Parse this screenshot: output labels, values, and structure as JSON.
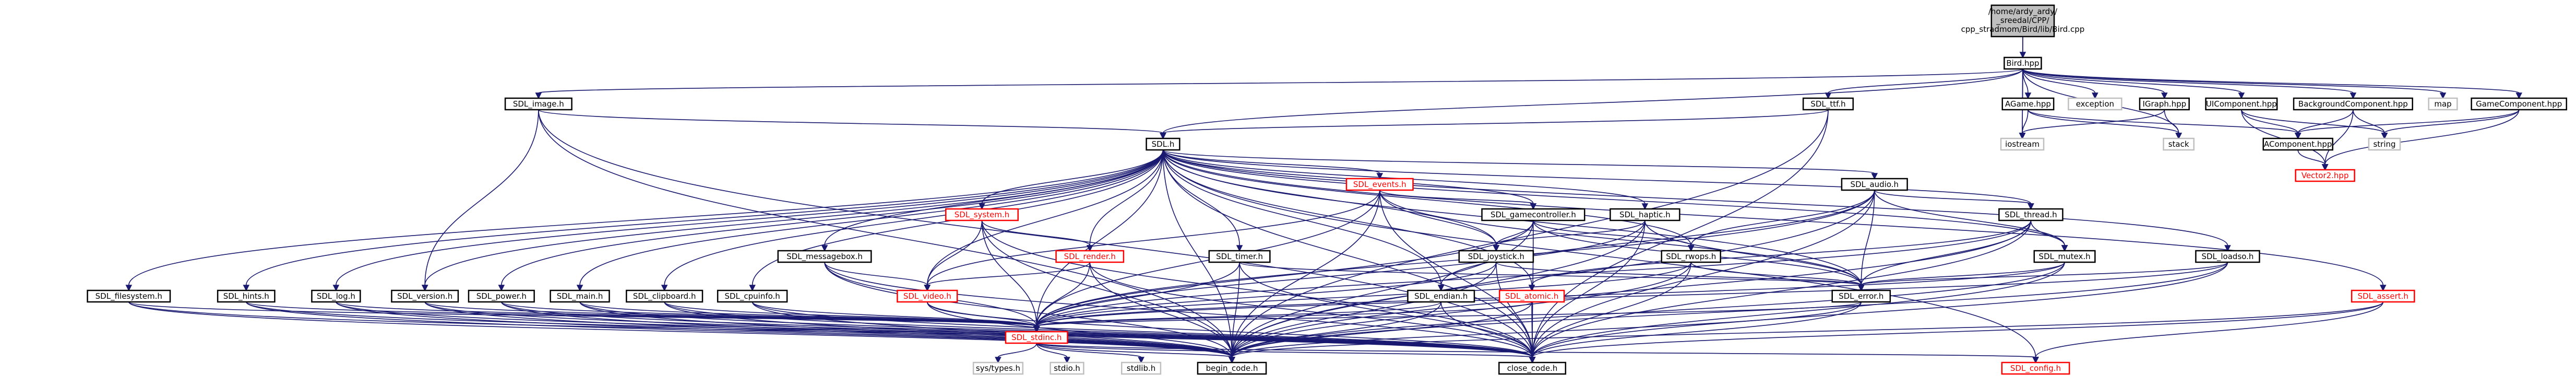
{
  "colors": {
    "edge": "#191970",
    "box_border": "#000000",
    "box_fill": "#ffffff",
    "missing_border": "#bfbfbf",
    "missing_text": "#000000",
    "red_border": "#ff0000",
    "red_text": "#ff0000",
    "root_fill": "#bfbfbf"
  },
  "nodes": [
    {
      "id": "root",
      "label": "/home/ardy_ardy/_sreedal/CPP/cpp_stradmom/Bird/lib/Bird.cpp",
      "kind": "root"
    },
    {
      "id": "bird_hpp",
      "label": "Bird.hpp",
      "kind": "normal"
    },
    {
      "id": "sdl_image",
      "label": "SDL_image.h",
      "kind": "normal"
    },
    {
      "id": "sdl_ttf",
      "label": "SDL_ttf.h",
      "kind": "normal"
    },
    {
      "id": "agame",
      "label": "AGame.hpp",
      "kind": "normal"
    },
    {
      "id": "exception",
      "label": "exception",
      "kind": "missing"
    },
    {
      "id": "igraph",
      "label": "IGraph.hpp",
      "kind": "normal"
    },
    {
      "id": "uicomponent",
      "label": "UIComponent.hpp",
      "kind": "normal"
    },
    {
      "id": "bgcomponent",
      "label": "BackgroundComponent.hpp",
      "kind": "normal"
    },
    {
      "id": "map",
      "label": "map",
      "kind": "missing"
    },
    {
      "id": "gamecomponent",
      "label": "GameComponent.hpp",
      "kind": "normal"
    },
    {
      "id": "sdl_h",
      "label": "SDL.h",
      "kind": "normal"
    },
    {
      "id": "iostream",
      "label": "iostream",
      "kind": "missing"
    },
    {
      "id": "stack",
      "label": "stack",
      "kind": "missing"
    },
    {
      "id": "acomponent",
      "label": "AComponent.hpp",
      "kind": "normal"
    },
    {
      "id": "string",
      "label": "string",
      "kind": "missing"
    },
    {
      "id": "vector2",
      "label": "Vector2.hpp",
      "kind": "red"
    },
    {
      "id": "sdl_events",
      "label": "SDL_events.h",
      "kind": "red"
    },
    {
      "id": "sdl_audio",
      "label": "SDL_audio.h",
      "kind": "normal"
    },
    {
      "id": "sdl_system",
      "label": "SDL_system.h",
      "kind": "red"
    },
    {
      "id": "sdl_gamecontroller",
      "label": "SDL_gamecontroller.h",
      "kind": "normal"
    },
    {
      "id": "sdl_haptic",
      "label": "SDL_haptic.h",
      "kind": "normal"
    },
    {
      "id": "sdl_thread",
      "label": "SDL_thread.h",
      "kind": "normal"
    },
    {
      "id": "sdl_messagebox",
      "label": "SDL_messagebox.h",
      "kind": "normal"
    },
    {
      "id": "sdl_render",
      "label": "SDL_render.h",
      "kind": "red"
    },
    {
      "id": "sdl_timer",
      "label": "SDL_timer.h",
      "kind": "normal"
    },
    {
      "id": "sdl_joystick",
      "label": "SDL_joystick.h",
      "kind": "normal"
    },
    {
      "id": "sdl_rwops",
      "label": "SDL_rwops.h",
      "kind": "normal"
    },
    {
      "id": "sdl_mutex",
      "label": "SDL_mutex.h",
      "kind": "normal"
    },
    {
      "id": "sdl_loadso",
      "label": "SDL_loadso.h",
      "kind": "normal"
    },
    {
      "id": "sdl_filesystem",
      "label": "SDL_filesystem.h",
      "kind": "normal"
    },
    {
      "id": "sdl_hints",
      "label": "SDL_hints.h",
      "kind": "normal"
    },
    {
      "id": "sdl_log",
      "label": "SDL_log.h",
      "kind": "normal"
    },
    {
      "id": "sdl_version",
      "label": "SDL_version.h",
      "kind": "normal"
    },
    {
      "id": "sdl_power",
      "label": "SDL_power.h",
      "kind": "normal"
    },
    {
      "id": "sdl_main",
      "label": "SDL_main.h",
      "kind": "normal"
    },
    {
      "id": "sdl_clipboard",
      "label": "SDL_clipboard.h",
      "kind": "normal"
    },
    {
      "id": "sdl_cpuinfo",
      "label": "SDL_cpuinfo.h",
      "kind": "normal"
    },
    {
      "id": "sdl_video",
      "label": "SDL_video.h",
      "kind": "red"
    },
    {
      "id": "sdl_endian",
      "label": "SDL_endian.h",
      "kind": "normal"
    },
    {
      "id": "sdl_atomic",
      "label": "SDL_atomic.h",
      "kind": "red"
    },
    {
      "id": "sdl_error",
      "label": "SDL_error.h",
      "kind": "normal"
    },
    {
      "id": "sdl_assert",
      "label": "SDL_assert.h",
      "kind": "red"
    },
    {
      "id": "sdl_stdinc",
      "label": "SDL_stdinc.h",
      "kind": "red"
    },
    {
      "id": "systypes",
      "label": "sys/types.h",
      "kind": "missing"
    },
    {
      "id": "stdio",
      "label": "stdio.h",
      "kind": "missing"
    },
    {
      "id": "stdlib",
      "label": "stdlib.h",
      "kind": "missing"
    },
    {
      "id": "begin_code",
      "label": "begin_code.h",
      "kind": "normal"
    },
    {
      "id": "close_code",
      "label": "close_code.h",
      "kind": "normal"
    },
    {
      "id": "sdl_config",
      "label": "SDL_config.h",
      "kind": "red"
    }
  ],
  "edges": [
    [
      "root",
      "bird_hpp"
    ],
    [
      "root",
      "iostream"
    ],
    [
      "bird_hpp",
      "sdl_image"
    ],
    [
      "bird_hpp",
      "sdl_ttf"
    ],
    [
      "bird_hpp",
      "agame"
    ],
    [
      "bird_hpp",
      "exception"
    ],
    [
      "bird_hpp",
      "igraph"
    ],
    [
      "bird_hpp",
      "uicomponent"
    ],
    [
      "bird_hpp",
      "bgcomponent"
    ],
    [
      "bird_hpp",
      "map"
    ],
    [
      "bird_hpp",
      "gamecomponent"
    ],
    [
      "bird_hpp",
      "sdl_h"
    ],
    [
      "bird_hpp",
      "iostream"
    ],
    [
      "bird_hpp",
      "stack"
    ],
    [
      "sdl_image",
      "sdl_h"
    ],
    [
      "sdl_image",
      "sdl_version"
    ],
    [
      "sdl_image",
      "begin_code"
    ],
    [
      "sdl_image",
      "close_code"
    ],
    [
      "sdl_ttf",
      "sdl_h"
    ],
    [
      "sdl_ttf",
      "begin_code"
    ],
    [
      "sdl_ttf",
      "close_code"
    ],
    [
      "agame",
      "iostream"
    ],
    [
      "agame",
      "stack"
    ],
    [
      "agame",
      "acomponent"
    ],
    [
      "igraph",
      "iostream"
    ],
    [
      "igraph",
      "stack"
    ],
    [
      "uicomponent",
      "acomponent"
    ],
    [
      "uicomponent",
      "string"
    ],
    [
      "uicomponent",
      "vector2"
    ],
    [
      "bgcomponent",
      "acomponent"
    ],
    [
      "bgcomponent",
      "string"
    ],
    [
      "bgcomponent",
      "vector2"
    ],
    [
      "gamecomponent",
      "acomponent"
    ],
    [
      "gamecomponent",
      "string"
    ],
    [
      "gamecomponent",
      "vector2"
    ],
    [
      "acomponent",
      "vector2"
    ],
    [
      "sdl_h",
      "sdl_events"
    ],
    [
      "sdl_h",
      "sdl_audio"
    ],
    [
      "sdl_h",
      "sdl_system"
    ],
    [
      "sdl_h",
      "sdl_gamecontroller"
    ],
    [
      "sdl_h",
      "sdl_haptic"
    ],
    [
      "sdl_h",
      "sdl_thread"
    ],
    [
      "sdl_h",
      "sdl_messagebox"
    ],
    [
      "sdl_h",
      "sdl_render"
    ],
    [
      "sdl_h",
      "sdl_timer"
    ],
    [
      "sdl_h",
      "sdl_joystick"
    ],
    [
      "sdl_h",
      "sdl_rwops"
    ],
    [
      "sdl_h",
      "sdl_mutex"
    ],
    [
      "sdl_h",
      "sdl_loadso"
    ],
    [
      "sdl_h",
      "sdl_filesystem"
    ],
    [
      "sdl_h",
      "sdl_hints"
    ],
    [
      "sdl_h",
      "sdl_log"
    ],
    [
      "sdl_h",
      "sdl_version"
    ],
    [
      "sdl_h",
      "sdl_power"
    ],
    [
      "sdl_h",
      "sdl_main"
    ],
    [
      "sdl_h",
      "sdl_clipboard"
    ],
    [
      "sdl_h",
      "sdl_cpuinfo"
    ],
    [
      "sdl_h",
      "sdl_video"
    ],
    [
      "sdl_h",
      "sdl_endian"
    ],
    [
      "sdl_h",
      "sdl_atomic"
    ],
    [
      "sdl_h",
      "sdl_error"
    ],
    [
      "sdl_h",
      "sdl_assert"
    ],
    [
      "sdl_h",
      "sdl_stdinc"
    ],
    [
      "sdl_h",
      "sdl_config"
    ],
    [
      "sdl_h",
      "begin_code"
    ],
    [
      "sdl_h",
      "close_code"
    ],
    [
      "sdl_events",
      "sdl_video"
    ],
    [
      "sdl_events",
      "sdl_gamecontroller"
    ],
    [
      "sdl_events",
      "sdl_joystick"
    ],
    [
      "sdl_events",
      "sdl_error"
    ],
    [
      "sdl_events",
      "sdl_stdinc"
    ],
    [
      "sdl_events",
      "begin_code"
    ],
    [
      "sdl_events",
      "close_code"
    ],
    [
      "sdl_audio",
      "sdl_thread"
    ],
    [
      "sdl_audio",
      "sdl_mutex"
    ],
    [
      "sdl_audio",
      "sdl_rwops"
    ],
    [
      "sdl_audio",
      "sdl_endian"
    ],
    [
      "sdl_audio",
      "sdl_error"
    ],
    [
      "sdl_audio",
      "sdl_stdinc"
    ],
    [
      "sdl_audio",
      "begin_code"
    ],
    [
      "sdl_audio",
      "close_code"
    ],
    [
      "sdl_system",
      "sdl_render"
    ],
    [
      "sdl_system",
      "sdl_video"
    ],
    [
      "sdl_system",
      "sdl_stdinc"
    ],
    [
      "sdl_system",
      "begin_code"
    ],
    [
      "sdl_system",
      "close_code"
    ],
    [
      "sdl_gamecontroller",
      "sdl_joystick"
    ],
    [
      "sdl_gamecontroller",
      "sdl_rwops"
    ],
    [
      "sdl_gamecontroller",
      "sdl_error"
    ],
    [
      "sdl_gamecontroller",
      "sdl_stdinc"
    ],
    [
      "sdl_gamecontroller",
      "begin_code"
    ],
    [
      "sdl_gamecontroller",
      "close_code"
    ],
    [
      "sdl_haptic",
      "sdl_joystick"
    ],
    [
      "sdl_haptic",
      "sdl_error"
    ],
    [
      "sdl_haptic",
      "sdl_stdinc"
    ],
    [
      "sdl_haptic",
      "begin_code"
    ],
    [
      "sdl_haptic",
      "close_code"
    ],
    [
      "sdl_thread",
      "sdl_mutex"
    ],
    [
      "sdl_thread",
      "sdl_atomic"
    ],
    [
      "sdl_thread",
      "sdl_error"
    ],
    [
      "sdl_thread",
      "sdl_stdinc"
    ],
    [
      "sdl_thread",
      "begin_code"
    ],
    [
      "sdl_thread",
      "close_code"
    ],
    [
      "sdl_messagebox",
      "sdl_video"
    ],
    [
      "sdl_messagebox",
      "sdl_stdinc"
    ],
    [
      "sdl_messagebox",
      "begin_code"
    ],
    [
      "sdl_messagebox",
      "close_code"
    ],
    [
      "sdl_render",
      "sdl_video"
    ],
    [
      "sdl_render",
      "sdl_stdinc"
    ],
    [
      "sdl_render",
      "begin_code"
    ],
    [
      "sdl_render",
      "close_code"
    ],
    [
      "sdl_timer",
      "sdl_error"
    ],
    [
      "sdl_timer",
      "sdl_stdinc"
    ],
    [
      "sdl_timer",
      "begin_code"
    ],
    [
      "sdl_timer",
      "close_code"
    ],
    [
      "sdl_joystick",
      "sdl_error"
    ],
    [
      "sdl_joystick",
      "sdl_stdinc"
    ],
    [
      "sdl_joystick",
      "begin_code"
    ],
    [
      "sdl_joystick",
      "close_code"
    ],
    [
      "sdl_rwops",
      "sdl_error"
    ],
    [
      "sdl_rwops",
      "sdl_stdinc"
    ],
    [
      "sdl_rwops",
      "begin_code"
    ],
    [
      "sdl_rwops",
      "close_code"
    ],
    [
      "sdl_mutex",
      "sdl_error"
    ],
    [
      "sdl_mutex",
      "sdl_stdinc"
    ],
    [
      "sdl_mutex",
      "begin_code"
    ],
    [
      "sdl_mutex",
      "close_code"
    ],
    [
      "sdl_loadso",
      "sdl_error"
    ],
    [
      "sdl_loadso",
      "sdl_stdinc"
    ],
    [
      "sdl_loadso",
      "begin_code"
    ],
    [
      "sdl_loadso",
      "close_code"
    ],
    [
      "sdl_filesystem",
      "sdl_stdinc"
    ],
    [
      "sdl_filesystem",
      "begin_code"
    ],
    [
      "sdl_filesystem",
      "close_code"
    ],
    [
      "sdl_hints",
      "sdl_stdinc"
    ],
    [
      "sdl_hints",
      "begin_code"
    ],
    [
      "sdl_hints",
      "close_code"
    ],
    [
      "sdl_log",
      "sdl_stdinc"
    ],
    [
      "sdl_log",
      "begin_code"
    ],
    [
      "sdl_log",
      "close_code"
    ],
    [
      "sdl_version",
      "sdl_stdinc"
    ],
    [
      "sdl_version",
      "begin_code"
    ],
    [
      "sdl_version",
      "close_code"
    ],
    [
      "sdl_power",
      "sdl_stdinc"
    ],
    [
      "sdl_power",
      "begin_code"
    ],
    [
      "sdl_power",
      "close_code"
    ],
    [
      "sdl_main",
      "sdl_stdinc"
    ],
    [
      "sdl_main",
      "begin_code"
    ],
    [
      "sdl_main",
      "close_code"
    ],
    [
      "sdl_clipboard",
      "sdl_stdinc"
    ],
    [
      "sdl_clipboard",
      "begin_code"
    ],
    [
      "sdl_clipboard",
      "close_code"
    ],
    [
      "sdl_cpuinfo",
      "sdl_stdinc"
    ],
    [
      "sdl_cpuinfo",
      "begin_code"
    ],
    [
      "sdl_cpuinfo",
      "close_code"
    ],
    [
      "sdl_video",
      "sdl_stdinc"
    ],
    [
      "sdl_video",
      "begin_code"
    ],
    [
      "sdl_video",
      "close_code"
    ],
    [
      "sdl_endian",
      "sdl_stdinc"
    ],
    [
      "sdl_endian",
      "begin_code"
    ],
    [
      "sdl_endian",
      "close_code"
    ],
    [
      "sdl_atomic",
      "sdl_stdinc"
    ],
    [
      "sdl_atomic",
      "begin_code"
    ],
    [
      "sdl_atomic",
      "close_code"
    ],
    [
      "sdl_error",
      "sdl_stdinc"
    ],
    [
      "sdl_error",
      "begin_code"
    ],
    [
      "sdl_error",
      "close_code"
    ],
    [
      "sdl_assert",
      "sdl_config"
    ],
    [
      "sdl_assert",
      "begin_code"
    ],
    [
      "sdl_assert",
      "close_code"
    ],
    [
      "sdl_stdinc",
      "sdl_config"
    ],
    [
      "sdl_stdinc",
      "systypes"
    ],
    [
      "sdl_stdinc",
      "stdio"
    ],
    [
      "sdl_stdinc",
      "stdlib"
    ],
    [
      "sdl_stdinc",
      "begin_code"
    ],
    [
      "sdl_stdinc",
      "close_code"
    ]
  ]
}
